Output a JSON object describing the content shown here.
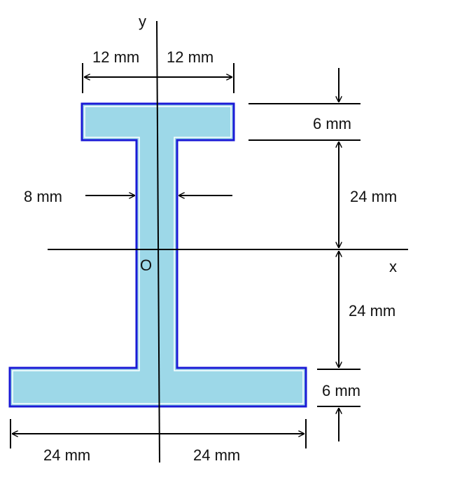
{
  "labels": {
    "y_axis": "y",
    "x_axis": "x",
    "origin": "O",
    "top_flange_half_left": "12 mm",
    "top_flange_half_right": "12 mm",
    "top_flange_thickness": "6 mm",
    "web_upper_height": "24 mm",
    "web_lower_height": "24 mm",
    "bottom_flange_thickness": "6 mm",
    "web_thickness": "8 mm",
    "bottom_flange_half_left": "24 mm",
    "bottom_flange_half_right": "24 mm"
  },
  "colors": {
    "section_fill": "#9dd8e8",
    "section_outline": "#1a1ad6",
    "line": "#000000"
  }
}
